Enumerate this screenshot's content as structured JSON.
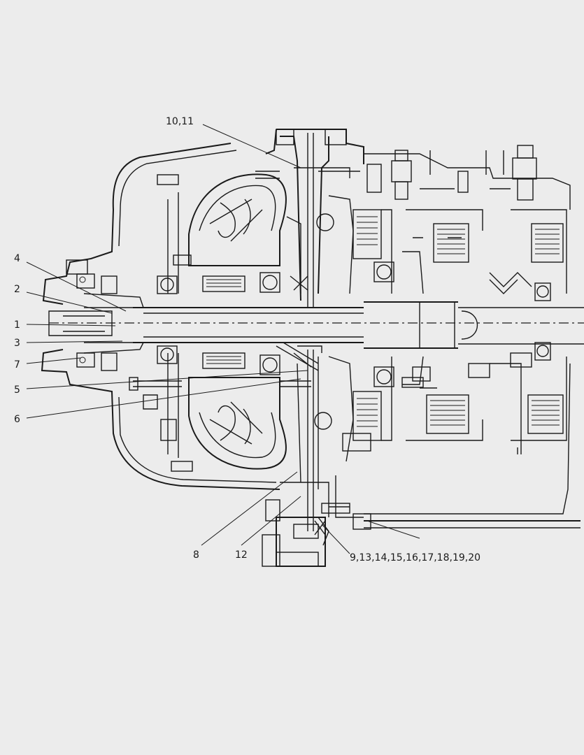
{
  "diagram": {
    "callouts": [
      {
        "id": "c-10-11",
        "text": "10,11"
      },
      {
        "id": "c-4",
        "text": "4"
      },
      {
        "id": "c-2",
        "text": "2"
      },
      {
        "id": "c-1",
        "text": "1"
      },
      {
        "id": "c-3",
        "text": "3"
      },
      {
        "id": "c-7",
        "text": "7"
      },
      {
        "id": "c-5",
        "text": "5"
      },
      {
        "id": "c-6",
        "text": "6"
      },
      {
        "id": "c-8",
        "text": "8"
      },
      {
        "id": "c-12",
        "text": "12"
      },
      {
        "id": "c-9-20",
        "text": "9,13,14,15,16,17,18,19,20"
      }
    ]
  }
}
